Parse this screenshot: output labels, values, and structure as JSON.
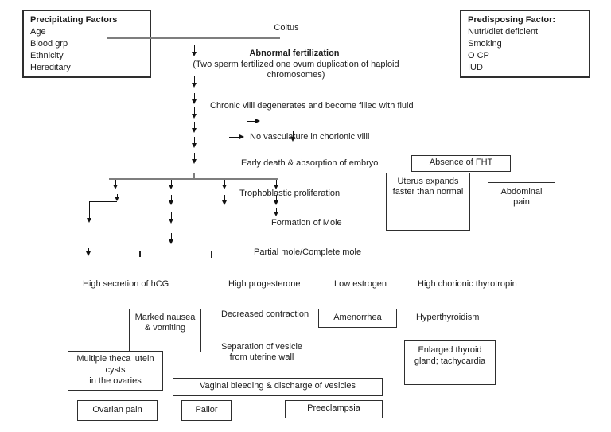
{
  "colors": {
    "ink": "#1c1c1c",
    "connector_gray": "#7e7e7e",
    "background": "#ffffff"
  },
  "boxes": {
    "precipitating": {
      "title": "Precipitating Factors",
      "items": [
        "Age",
        "Blood grp",
        "Ethnicity",
        "Hereditary"
      ]
    },
    "predisposing": {
      "title": "Predisposing Factor:",
      "items": [
        "Nutri/diet deficient",
        "Smoking",
        "O CP",
        "IUD"
      ]
    },
    "absence_fht": "Absence of FHT",
    "uterus": "Uterus expands faster than normal",
    "abdominal": "Abdominal pain",
    "nausea": "Marked nausea & vomiting",
    "amenorrhea": "Amenorrhea",
    "theca": "Multiple theca lutein\ncysts\nin the ovaries",
    "thyroid": "Enlarged thyroid gland; tachycardia",
    "vaginal": "Vaginal bleeding & discharge of vesicles",
    "ovarian": "Ovarian pain",
    "pallor": "Pallor",
    "preeclampsia": "Preeclampsia"
  },
  "flow": {
    "coitus": "Coitus",
    "abnormal_title": "Abnormal fertilization",
    "abnormal_sub": "(Two sperm fertilized one ovum duplication of haploid chromosomes)",
    "chronic": "Chronic villi degenerates and become filled with fluid",
    "no_vasc": "No vasculature in chorionic villi",
    "early_death": "Early death & absorption of embryo",
    "tropho": "Trophoblastic proliferation",
    "formation": "Formation of Mole",
    "partial": "Partial mole/Complete mole"
  },
  "labels": {
    "hcg": "High secretion of hCG",
    "progesterone": "High progesterone",
    "estrogen": "Low estrogen",
    "thyrotropin": "High chorionic thyrotropin",
    "contraction": "Decreased contraction",
    "hyperthyroidism": "Hyperthyroidism",
    "separation": "Separation of vesicle from uterine wall"
  }
}
